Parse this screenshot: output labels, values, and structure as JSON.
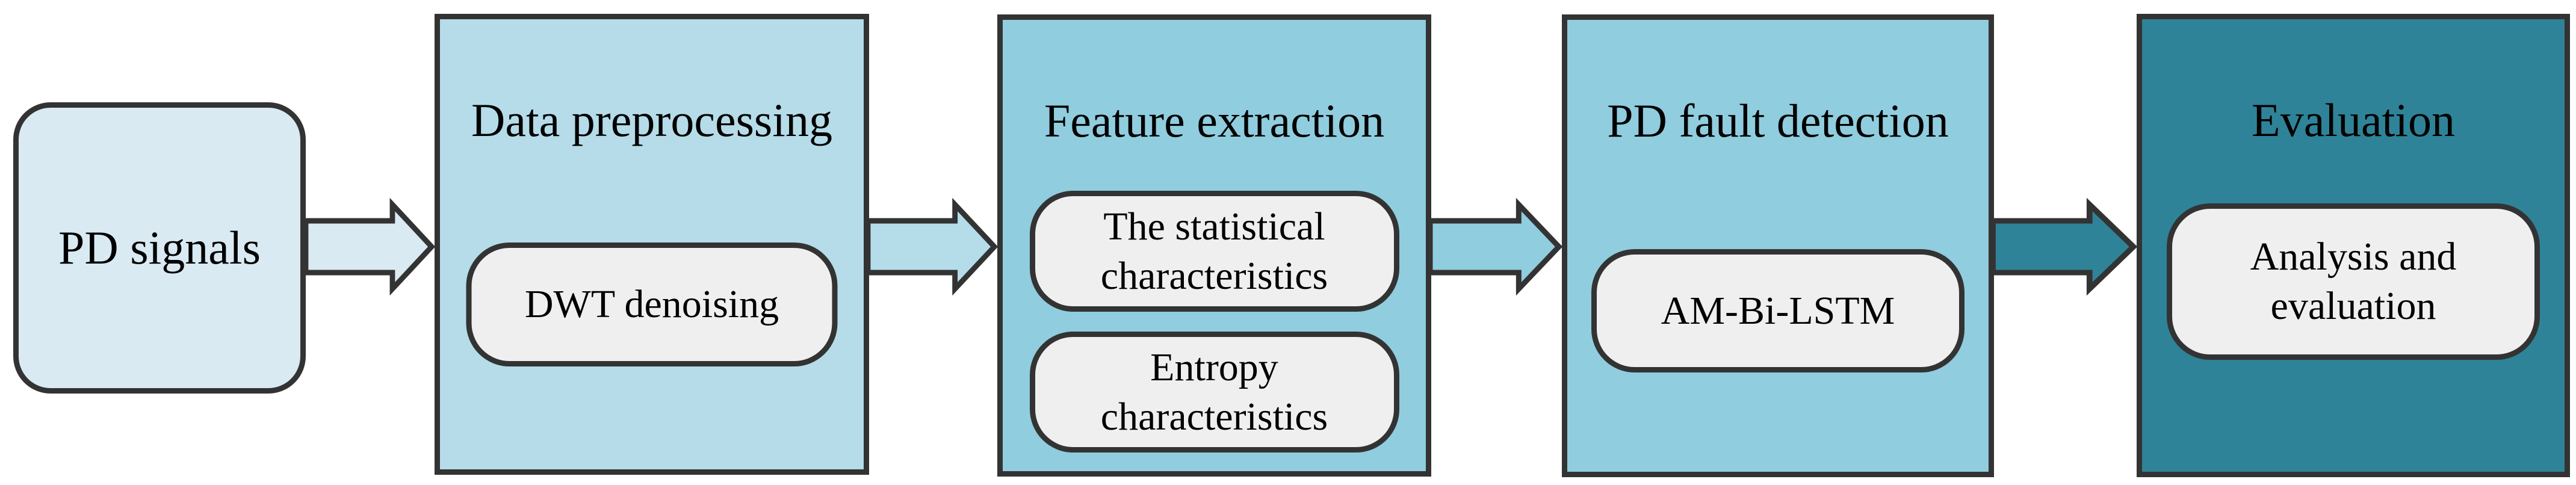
{
  "colors": {
    "border": "#333333",
    "text": "#000000",
    "stage1_fill": "#d9eaf2",
    "stage2_fill": "#b5dce8",
    "stage3_fill": "#90cdde",
    "stage4_fill": "#90cdde",
    "stage5_fill": "#2f8398",
    "subbox_fill": "#efefef",
    "arrow1_fill": "#d9eaf2",
    "arrow2_fill": "#b5dce9",
    "arrow3_fill": "#90cdde",
    "arrow4_fill": "#2f8398"
  },
  "flow": {
    "source": {
      "label": "PD signals"
    },
    "stages": [
      {
        "title": "Data preprocessing",
        "items": [
          "DWT denoising"
        ]
      },
      {
        "title": "Feature extraction",
        "items": [
          "The statistical characteristics",
          "Entropy characteristics"
        ]
      },
      {
        "title": "PD fault detection",
        "items": [
          "AM-Bi-LSTM"
        ]
      },
      {
        "title": "Evaluation",
        "items": [
          "Analysis and evaluation"
        ]
      }
    ]
  }
}
